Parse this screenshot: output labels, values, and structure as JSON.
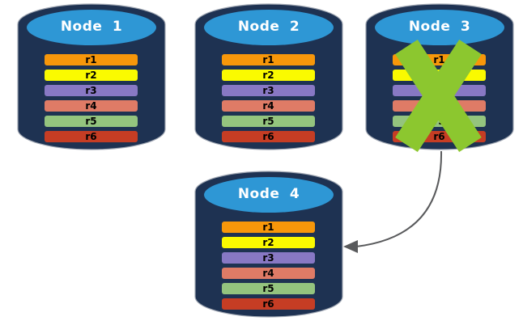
{
  "colors": {
    "background": "#FFFFFF",
    "cylinder_body": "#1E3252",
    "cylinder_top": "#2E97D5",
    "cylinder_outline": "#9FA6B2",
    "title_text": "#FFFFFF",
    "bar_text": "#000000",
    "failure_x": "#8CC72F",
    "arrow": "#595A5C"
  },
  "nodes": [
    {
      "title": "Node 1",
      "failed": false,
      "replicas": [
        {
          "label": "r1",
          "color": "#F7970A"
        },
        {
          "label": "r2",
          "color": "#FAFA00"
        },
        {
          "label": "r3",
          "color": "#8878C4"
        },
        {
          "label": "r4",
          "color": "#DF7B66"
        },
        {
          "label": "r5",
          "color": "#94C47E"
        },
        {
          "label": "r6",
          "color": "#C63D24"
        }
      ]
    },
    {
      "title": "Node 2",
      "failed": false,
      "replicas": [
        {
          "label": "r1",
          "color": "#F7970A"
        },
        {
          "label": "r2",
          "color": "#FAFA00"
        },
        {
          "label": "r3",
          "color": "#8878C4"
        },
        {
          "label": "r4",
          "color": "#DF7B66"
        },
        {
          "label": "r5",
          "color": "#94C47E"
        },
        {
          "label": "r6",
          "color": "#C63D24"
        }
      ]
    },
    {
      "title": "Node 3",
      "failed": true,
      "replicas": [
        {
          "label": "r1",
          "color": "#F7970A"
        },
        {
          "label": "r2",
          "color": "#FAFA00"
        },
        {
          "label": "r3",
          "color": "#8878C4"
        },
        {
          "label": "r4",
          "color": "#DF7B66"
        },
        {
          "label": "r5",
          "color": "#94C47E"
        },
        {
          "label": "r6",
          "color": "#C63D24"
        }
      ]
    },
    {
      "title": "Node 4",
      "failed": false,
      "replicas": [
        {
          "label": "r1",
          "color": "#F7970A"
        },
        {
          "label": "r2",
          "color": "#FAFA00"
        },
        {
          "label": "r3",
          "color": "#8878C4"
        },
        {
          "label": "r4",
          "color": "#DF7B66"
        },
        {
          "label": "r5",
          "color": "#94C47E"
        },
        {
          "label": "r6",
          "color": "#C63D24"
        }
      ]
    }
  ],
  "arrow": {
    "from": "Node 3",
    "to": "Node 4"
  }
}
